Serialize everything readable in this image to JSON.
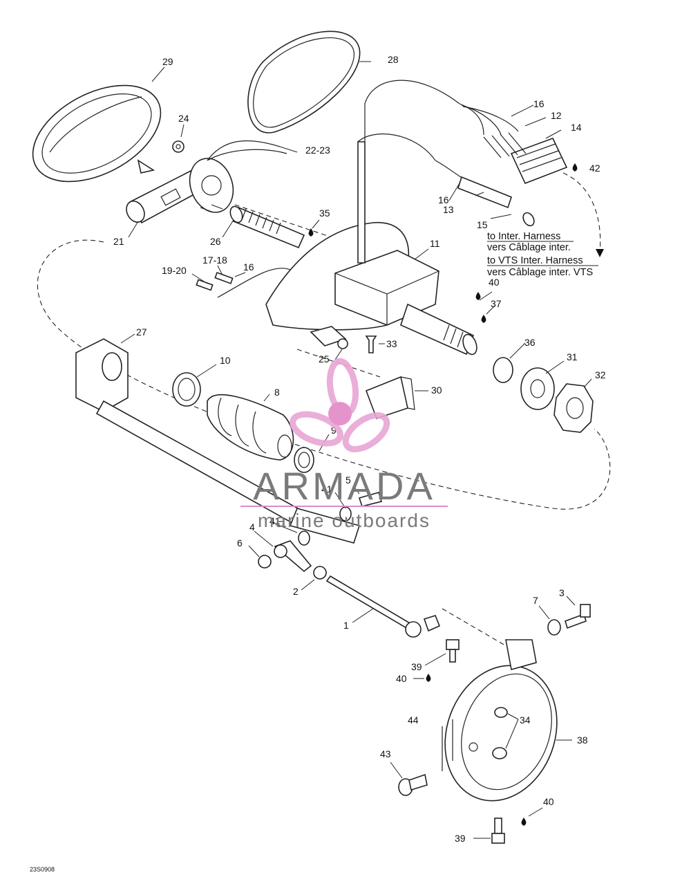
{
  "diagram": {
    "callouts": [
      {
        "id": "c29",
        "text": "29"
      },
      {
        "id": "c28",
        "text": "28"
      },
      {
        "id": "c24",
        "text": "24"
      },
      {
        "id": "c22",
        "text": "22-23"
      },
      {
        "id": "c16a",
        "text": "16"
      },
      {
        "id": "c12",
        "text": "12"
      },
      {
        "id": "c14",
        "text": "14"
      },
      {
        "id": "c42",
        "text": "42"
      },
      {
        "id": "c16b",
        "text": "16"
      },
      {
        "id": "c13",
        "text": "13"
      },
      {
        "id": "c15",
        "text": "15"
      },
      {
        "id": "c35",
        "text": "35"
      },
      {
        "id": "c21",
        "text": "21"
      },
      {
        "id": "c26",
        "text": "26"
      },
      {
        "id": "c11",
        "text": "11"
      },
      {
        "id": "c19",
        "text": "19-20"
      },
      {
        "id": "c17",
        "text": "17-18"
      },
      {
        "id": "c16c",
        "text": "16"
      },
      {
        "id": "c40a",
        "text": "40"
      },
      {
        "id": "c37",
        "text": "37"
      },
      {
        "id": "c27",
        "text": "27"
      },
      {
        "id": "c33",
        "text": "33"
      },
      {
        "id": "c36",
        "text": "36"
      },
      {
        "id": "c25",
        "text": "25"
      },
      {
        "id": "c31",
        "text": "31"
      },
      {
        "id": "c10",
        "text": "10"
      },
      {
        "id": "c32",
        "text": "32"
      },
      {
        "id": "c30",
        "text": "30"
      },
      {
        "id": "c8",
        "text": "8"
      },
      {
        "id": "c9",
        "text": "9"
      },
      {
        "id": "c5",
        "text": "5"
      },
      {
        "id": "c41a",
        "text": "41"
      },
      {
        "id": "c41b",
        "text": "41"
      },
      {
        "id": "c4",
        "text": "4"
      },
      {
        "id": "c6",
        "text": "6"
      },
      {
        "id": "c2",
        "text": "2"
      },
      {
        "id": "c1",
        "text": "1"
      },
      {
        "id": "c7",
        "text": "7"
      },
      {
        "id": "c3",
        "text": "3"
      },
      {
        "id": "c39a",
        "text": "39"
      },
      {
        "id": "c40b",
        "text": "40"
      },
      {
        "id": "c44",
        "text": "44"
      },
      {
        "id": "c34",
        "text": "34"
      },
      {
        "id": "c38",
        "text": "38"
      },
      {
        "id": "c43",
        "text": "43"
      },
      {
        "id": "c40c",
        "text": "40"
      },
      {
        "id": "c39b",
        "text": "39"
      }
    ],
    "harness_note": {
      "line1": "to Inter. Harness",
      "line2": "vers Câblage inter.",
      "line3": "to VTS Inter. Harness",
      "line4": "vers Câblage inter. VTS"
    },
    "drawing_code": "23S0908"
  },
  "watermark": {
    "title": "ARMADA",
    "subtitle": "marine outboards",
    "icon": "propeller-logo-icon",
    "colors": {
      "propeller": "#e8a6d4",
      "hub": "#e389c6",
      "title": "#7a7a7a",
      "rule": "#e389c6"
    }
  },
  "icons": [
    "sealant-drop-icon"
  ]
}
